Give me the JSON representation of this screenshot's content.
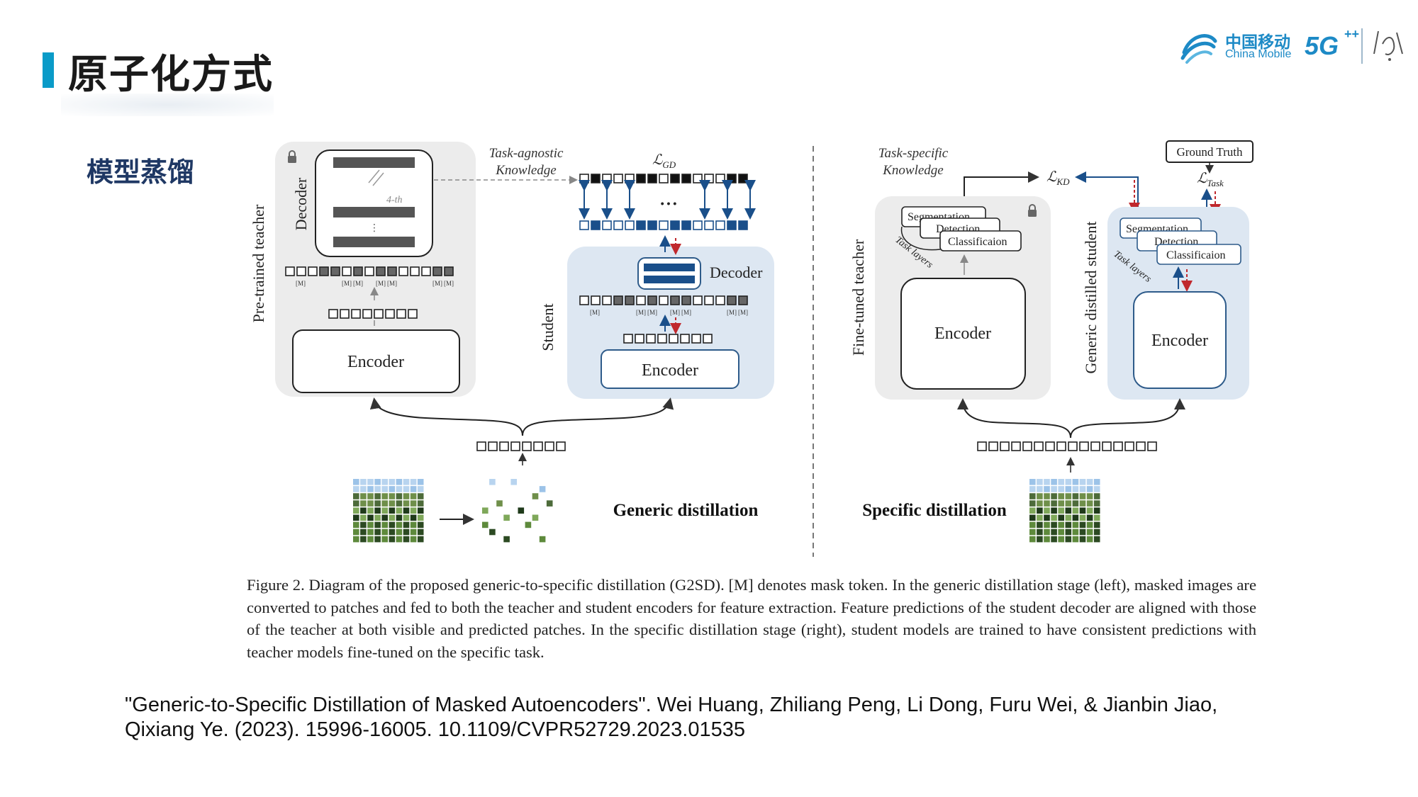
{
  "slide": {
    "title": "原子化方式",
    "section_label": "模型蒸馏"
  },
  "logo": {
    "cn_name": "中国移动",
    "en_name": "China Mobile",
    "five_g": "5G",
    "five_g_plus": "++",
    "brand_color": "#1d8ac6"
  },
  "diagram": {
    "left": {
      "teacher_label": "Pre-trained teacher",
      "teacher_decoder": "Decoder",
      "teacher_encoder": "Encoder",
      "layer_note": "4-th",
      "knowledge_label_line1": "Task-agnostic",
      "knowledge_label_line2": "Knowledge",
      "loss_label": "ℒ",
      "loss_sub": "GD",
      "student_label": "Student",
      "student_decoder": "Decoder",
      "student_encoder": "Encoder",
      "ellipsis": "• • •",
      "mask_token": "[M]",
      "stage_label": "Generic distillation"
    },
    "right": {
      "knowledge_label_line1": "Task-specific",
      "knowledge_label_line2": "Knowledge",
      "loss_kd": "ℒ",
      "loss_kd_sub": "KD",
      "ground_truth": "Ground Truth",
      "loss_task": "ℒ",
      "loss_task_sub": "Task",
      "teacher_label": "Fine-tuned teacher",
      "student_label": "Generic distilled student",
      "task_segmentation": "Segmentation",
      "task_detection": "Detection",
      "task_classification": "Classificaion",
      "task_layers": "Task layers",
      "teacher_encoder": "Encoder",
      "student_encoder": "Encoder",
      "stage_label": "Specific distillation"
    },
    "colors": {
      "teacher_panel": "#ececec",
      "student_panel": "#dde7f2",
      "student_stroke": "#2e5b8a",
      "dark_token": "#111111",
      "blue_token": "#1a4f8a",
      "red_arrow": "#c0282d"
    }
  },
  "caption": "Figure 2. Diagram of the proposed generic-to-specific distillation (G2SD). [M] denotes mask token. In the generic distillation stage (left), masked images are converted to patches and fed to both the teacher and student encoders for feature extraction. Feature predictions of the student decoder are aligned with those of the teacher at both visible and predicted patches. In the specific distillation stage (right), student models are trained to have consistent predictions with teacher models fine-tuned on the specific task.",
  "citation": "\"Generic-to-Specific Distillation of Masked Autoencoders\". Wei Huang, Zhiliang Peng,  Li Dong,  Furu Wei, & Jianbin Jiao,  Qixiang Ye. (2023). 15996-16005. 10.1109/CVPR52729.2023.01535"
}
